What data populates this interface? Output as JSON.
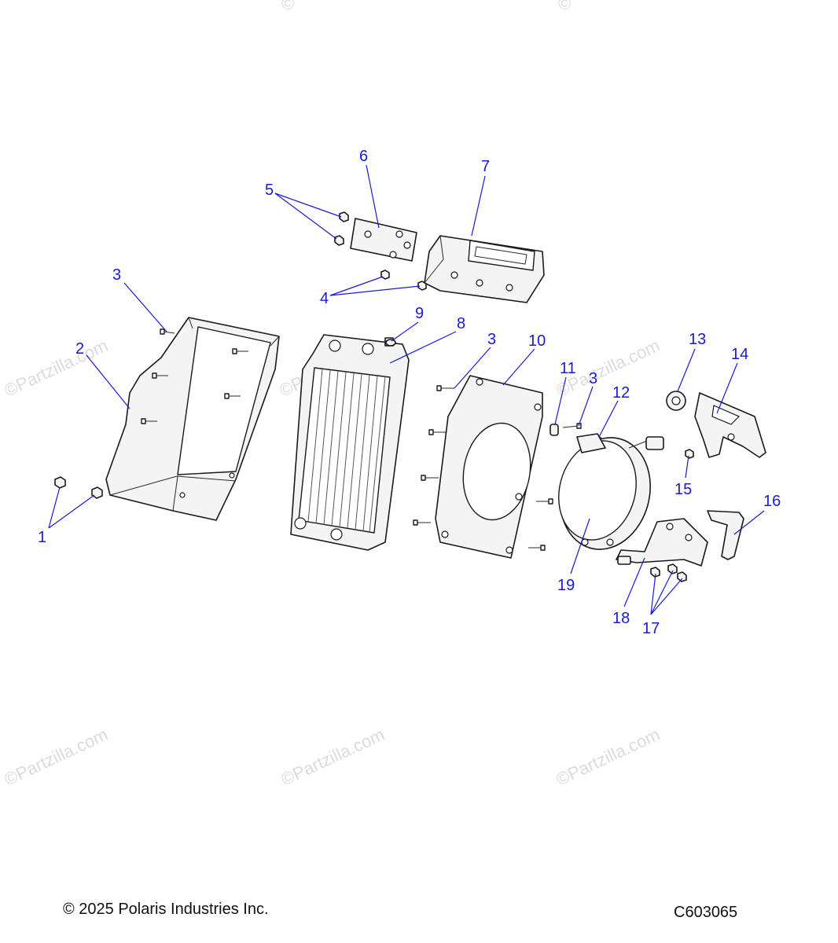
{
  "footer": {
    "copyright": "© 2025 Polaris Industries Inc.",
    "figure_id": "C603065"
  },
  "watermark": {
    "text": "©Partzilla.com",
    "top_fragment": "©"
  },
  "callouts": [
    "1",
    "2",
    "3",
    "3",
    "3",
    "4",
    "5",
    "6",
    "7",
    "8",
    "9",
    "10",
    "11",
    "12",
    "13",
    "14",
    "15",
    "16",
    "17",
    "18",
    "19"
  ],
  "colors": {
    "callout": "#1a1ad6",
    "line_art": "#1a1a1a",
    "watermark": "#d0d0d0"
  }
}
